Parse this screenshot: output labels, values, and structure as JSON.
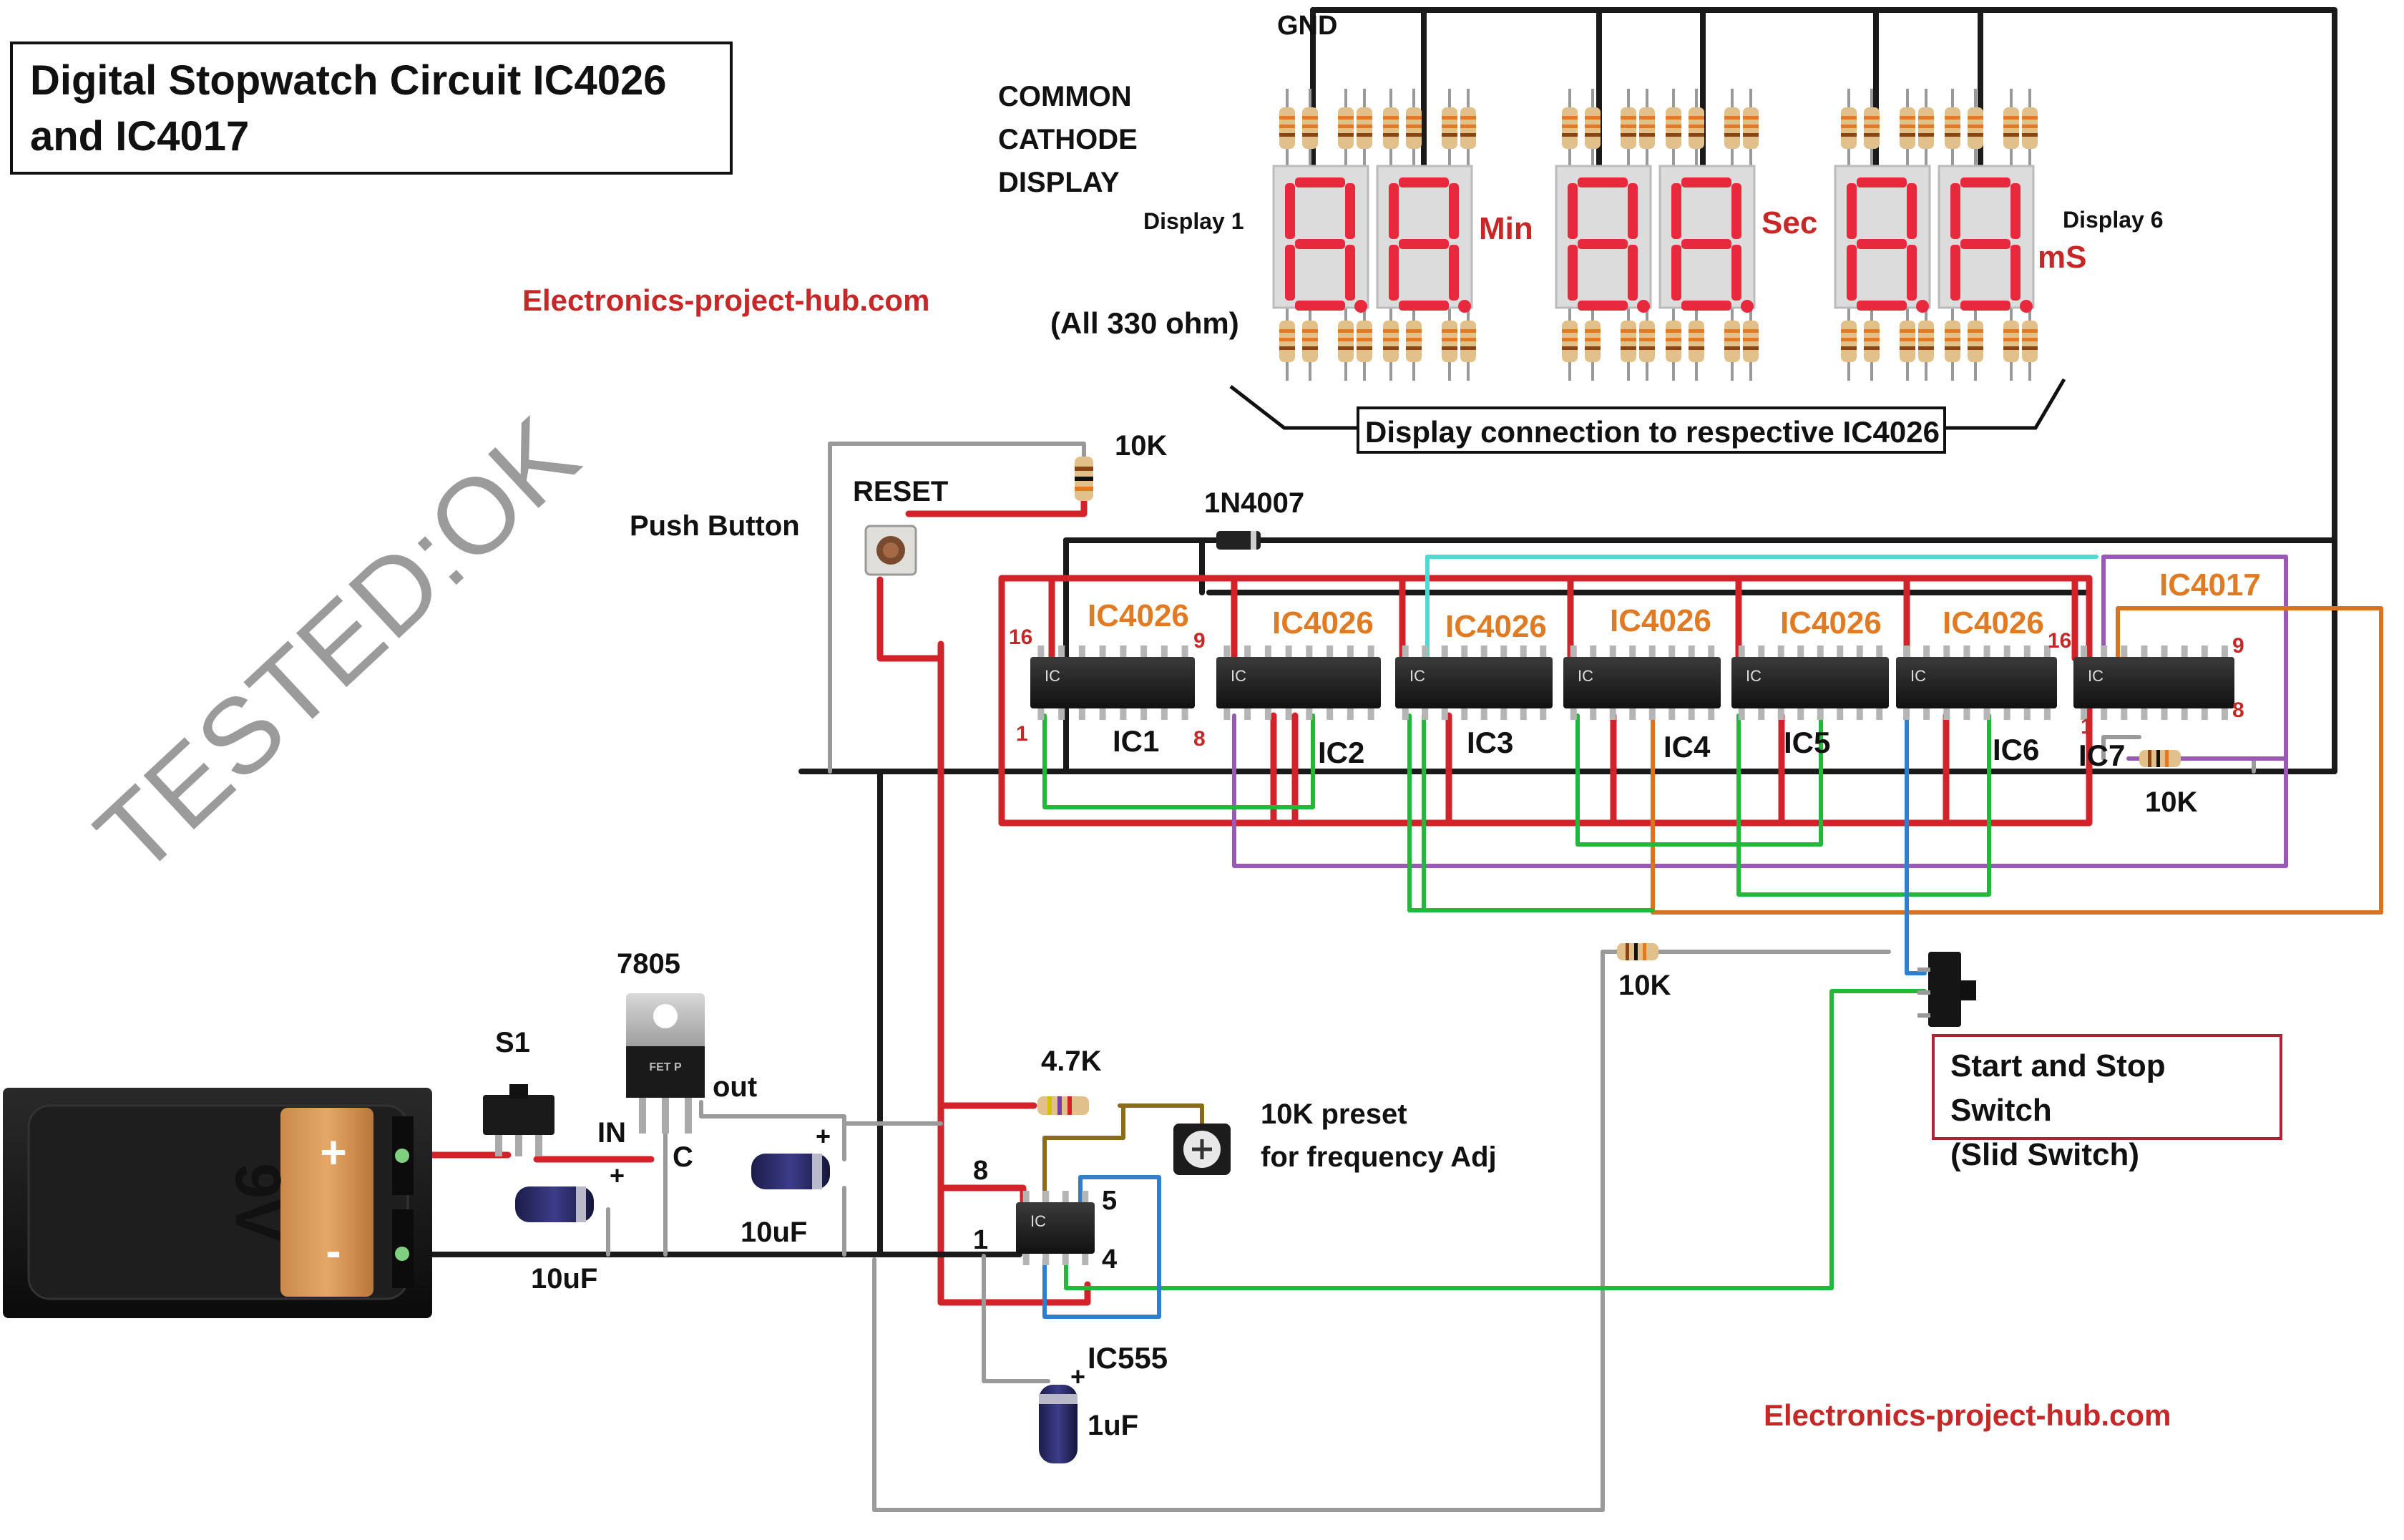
{
  "title": "Digital Stopwatch Circuit IC4026 and IC4017",
  "watermark": "TESTED:OK",
  "website": "Electronics-project-hub.com",
  "display_section": {
    "label_line1": "COMMON",
    "label_line2": "CATHODE",
    "label_line3": "DISPLAY",
    "gnd": "GND",
    "display1": "Display 1",
    "display6": "Display 6",
    "resistor_note": "(All 330 ohm)",
    "min": "Min",
    "sec": "Sec",
    "ms": "mS",
    "connection_note": "Display connection to respective IC4026"
  },
  "ics": {
    "ic4026": "IC4026",
    "ic4017": "IC4017",
    "chip_text": "IC",
    "ic1": "IC1",
    "ic2": "IC2",
    "ic3": "IC3",
    "ic4": "IC4",
    "ic5": "IC5",
    "ic6": "IC6",
    "ic7": "IC7",
    "ic555": "IC555",
    "pin16": "16",
    "pin9": "9",
    "pin1": "1",
    "pin8": "8",
    "p555_8": "8",
    "p555_1": "1",
    "p555_5": "5",
    "p555_4": "4"
  },
  "components": {
    "reset": "RESET",
    "push_button": "Push Button",
    "r10k_top": "10K",
    "diode": "1N4007",
    "r10k_ic7": "10K",
    "r10k_switch": "10K",
    "r47k": "4.7K",
    "preset_line1": "10K preset",
    "preset_line2": "for frequency Adj",
    "regulator": "7805",
    "regulator_marking": "FET P",
    "reg_in": "IN",
    "reg_out": "out",
    "reg_c": "C",
    "switch_s1": "S1",
    "cap_in": "10uF",
    "cap_out": "10uF",
    "cap_555": "1uF",
    "plus": "+",
    "battery": "9V",
    "batt_plus": "+",
    "batt_minus": "-",
    "switch_label_line1": "Start and Stop Switch",
    "switch_label_line2": "(Slid Switch)"
  },
  "colors": {
    "red_wire": "#d2232a",
    "black_wire": "#1a1a1a",
    "green_wire": "#22b83a",
    "purple_wire": "#9b59b6",
    "orange_wire": "#d9731f",
    "blue_wire": "#2f7fd0",
    "cyan_wire": "#4fd9d0",
    "gray_wire": "#9a9a9a",
    "brown_wire": "#8b6a1a",
    "segment_red": "#e8283c",
    "label_orange": "#e07b24",
    "label_red": "#c62828"
  }
}
